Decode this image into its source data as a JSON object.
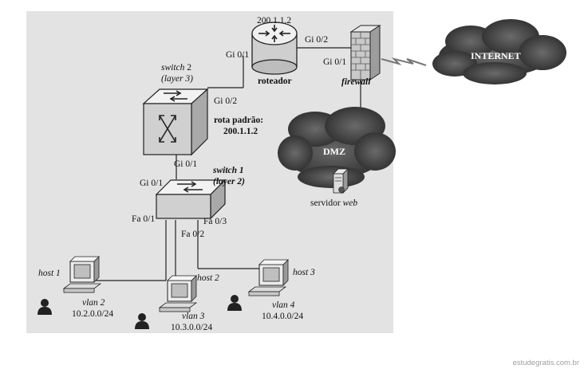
{
  "labels": {
    "router_ip": "200.1.1.2",
    "router_port_left": "Gi 0/1",
    "router_port_right": "Gi 0/2",
    "router_name": "roteador",
    "firewall_port": "Gi 0/1",
    "firewall_name": "firewall",
    "internet": "INTERNET",
    "dmz": "DMZ",
    "server_prefix": "servidor",
    "server_suffix": "web",
    "switch2_name": "switch",
    "switch2_num": "2",
    "switch2_layer": "(layer 3)",
    "switch2_port_top": "Gi 0/2",
    "switch2_port_bottom": "Gi 0/1",
    "default_route_title": "rota padrão:",
    "default_route_ip": "200.1.1.2",
    "switch1_name": "switch 1",
    "switch1_layer": "(layer 2)",
    "switch1_port_top": "Gi 0/1",
    "fa1": "Fa 0/1",
    "fa2": "Fa 0/2",
    "fa3": "Fa 0/3",
    "host1": "host 1",
    "host2": "host 2",
    "host3": "host 3",
    "vlan2": "vlan 2",
    "vlan3": "vlan 3",
    "vlan4": "vlan 4",
    "net2": "10.2.0.0/24",
    "net3": "10.3.0.0/24",
    "net4": "10.4.0.0/24",
    "watermark": "estudegratis.com.br"
  },
  "colors": {
    "background_panel": "#e3e3e3",
    "cloud": "#3a3a3a",
    "device": "#d9d9d9"
  }
}
